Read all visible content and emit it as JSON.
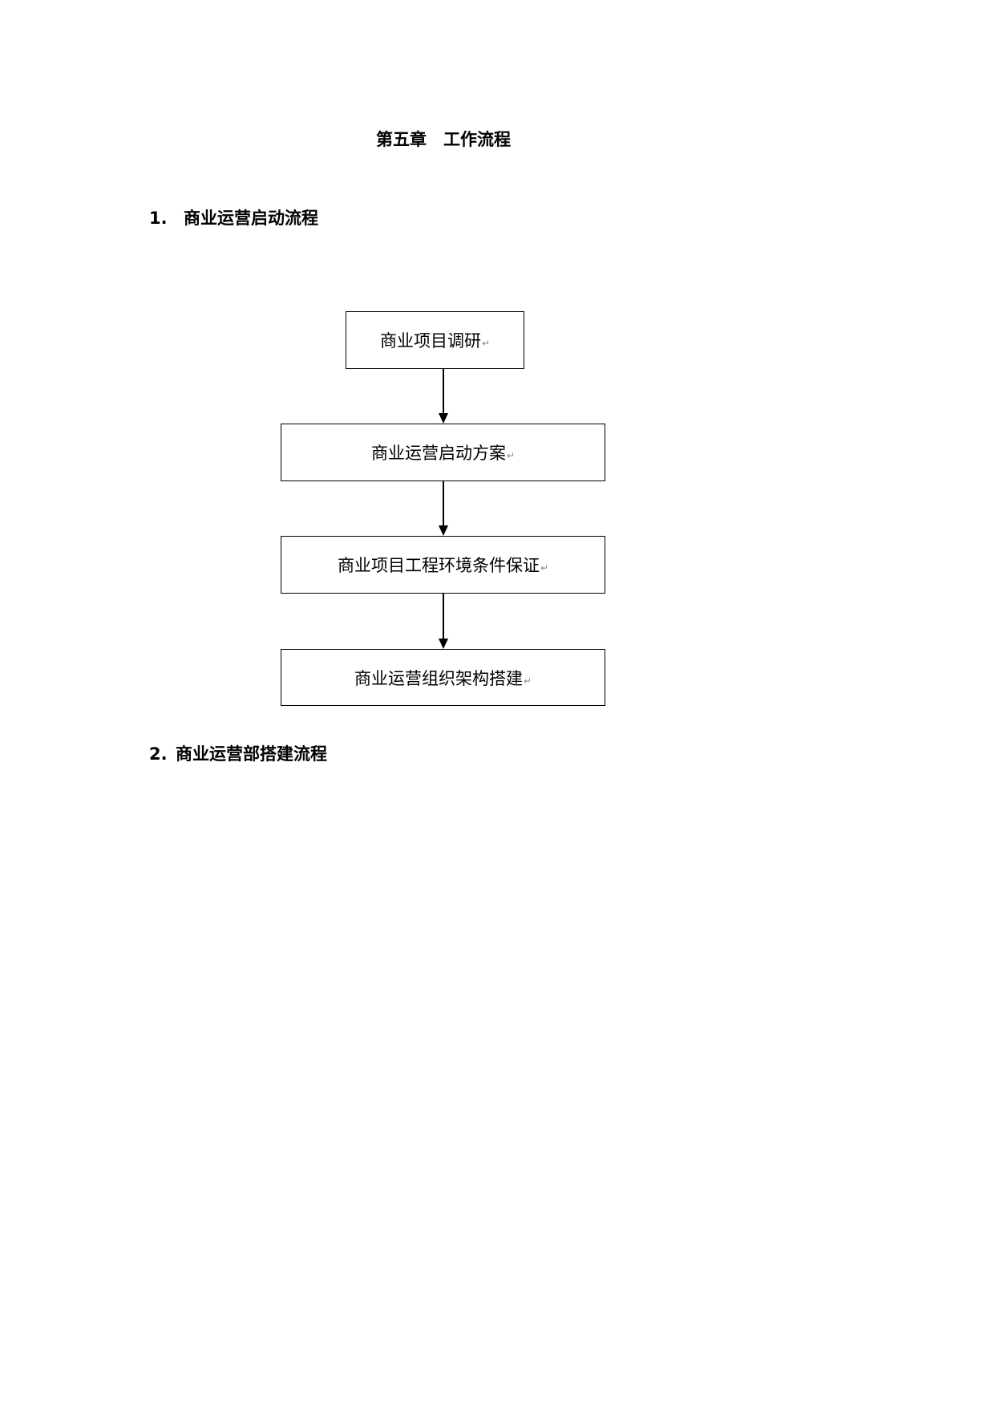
{
  "document": {
    "chapter_title": "第五章　工作流程",
    "sections": [
      {
        "number": "1.",
        "title": "商业运营启动流程"
      },
      {
        "number": "2.",
        "title": "商业运营部搭建流程"
      }
    ],
    "flowchart": {
      "steps": [
        {
          "label": "商业项目调研"
        },
        {
          "label": "商业运营启动方案"
        },
        {
          "label": "商业项目工程环境条件保证"
        },
        {
          "label": "商业运营组织架构搭建"
        }
      ],
      "paragraph_mark": "↵"
    }
  }
}
